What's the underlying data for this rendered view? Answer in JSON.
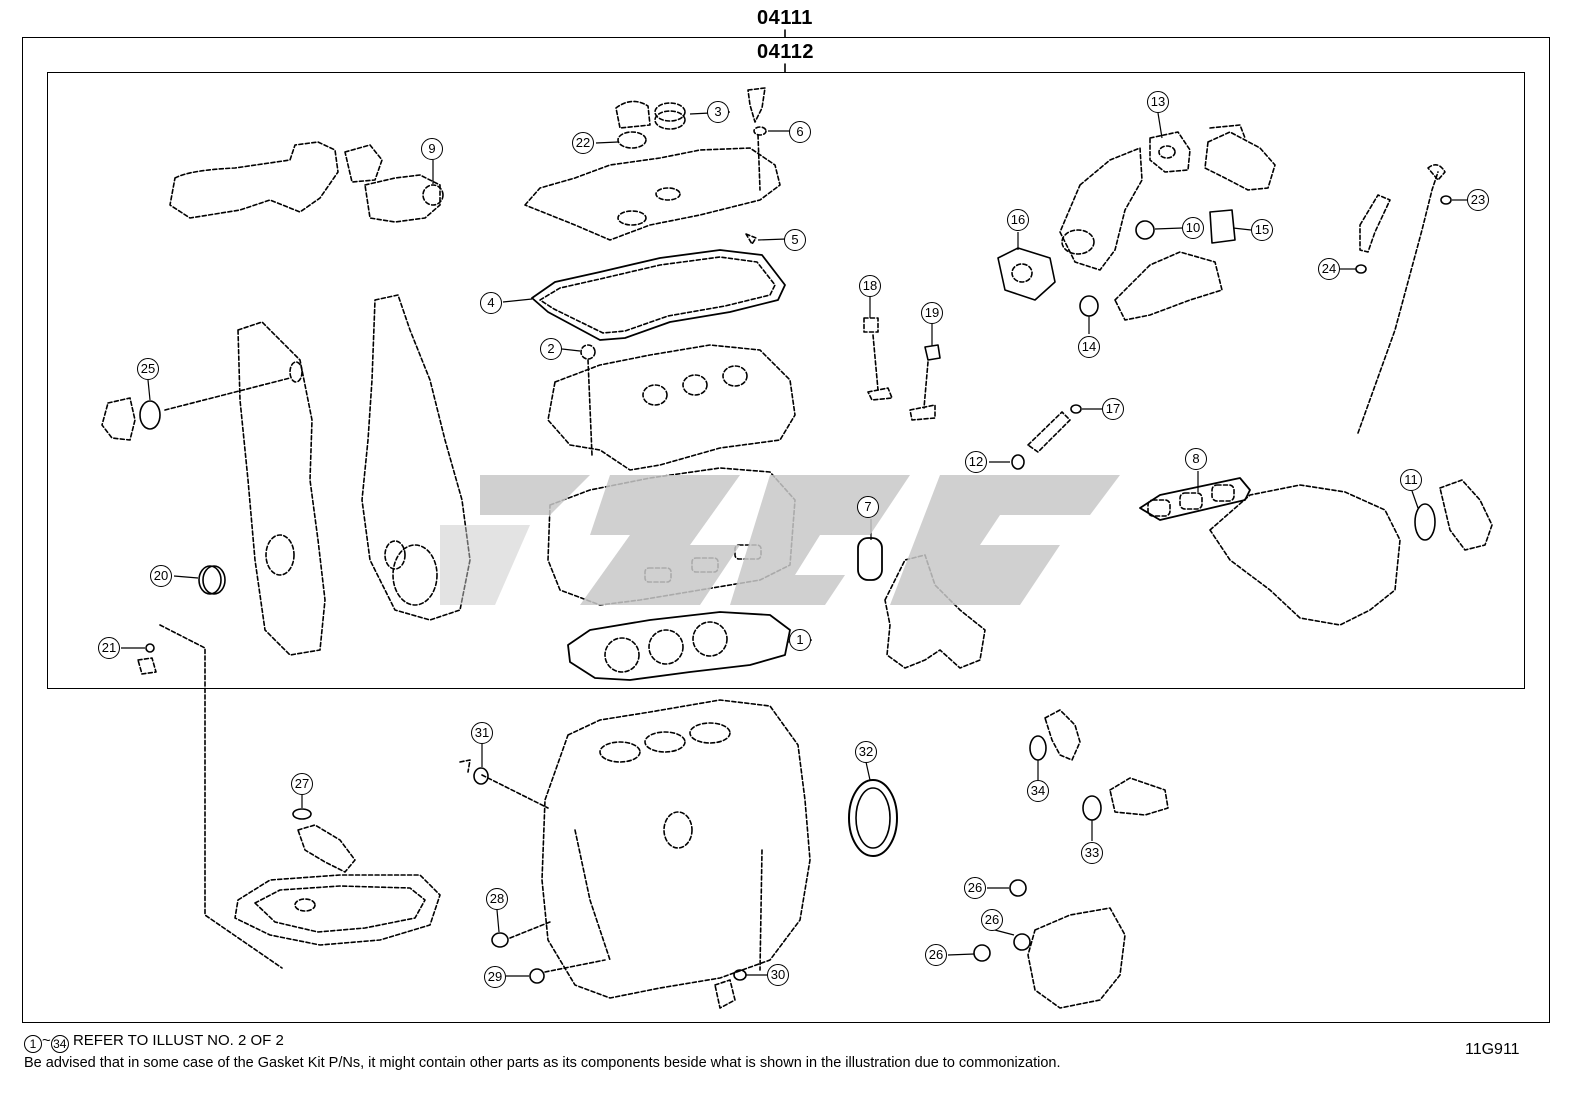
{
  "kits": {
    "outer_code": "04111",
    "inner_code": "04112"
  },
  "callouts": [
    "1",
    "2",
    "3",
    "4",
    "5",
    "6",
    "7",
    "8",
    "9",
    "10",
    "11",
    "12",
    "13",
    "14",
    "15",
    "16",
    "17",
    "18",
    "19",
    "20",
    "21",
    "22",
    "23",
    "24",
    "25",
    "26",
    "26",
    "26",
    "27",
    "28",
    "29",
    "30",
    "31",
    "32",
    "33",
    "34"
  ],
  "footer": {
    "ref_start": "1",
    "ref_tilde": "~",
    "ref_end": "34",
    "ref_text": "REFER TO ILLUST NO. 2 OF 2",
    "note": "Be advised that in some case of the Gasket Kit P/Ns,  it might contain other parts as its components beside what is shown in the illustration due to commonization.",
    "diagram_code": "11G911"
  },
  "colors": {
    "line": "#000000",
    "watermark": "#c8c8c8",
    "background": "#ffffff"
  }
}
